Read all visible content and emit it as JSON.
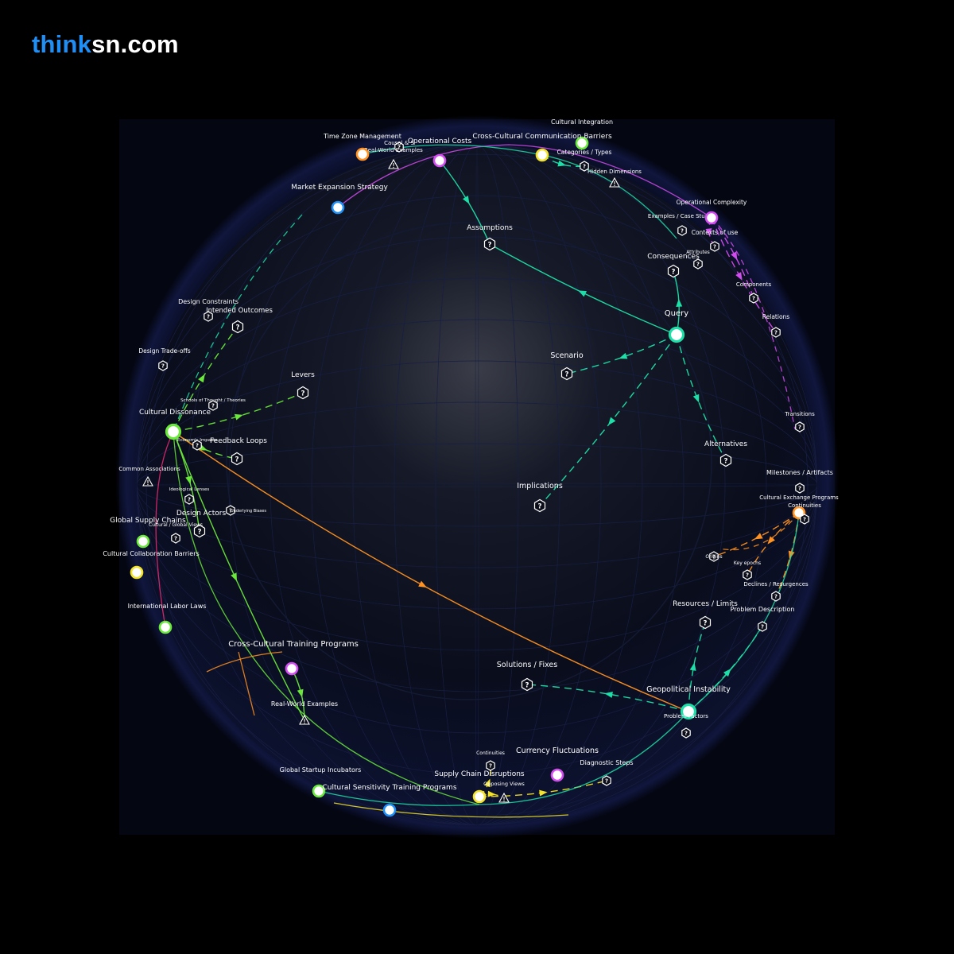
{
  "brand": {
    "part1": "think",
    "part2": "sn.com"
  },
  "colors": {
    "background": "#000000",
    "sphere": "#0b0e1e",
    "teal": "#1de0a8",
    "magenta": "#d24cf0",
    "green": "#6ae83c",
    "orange": "#ff9222",
    "pink": "#ef2b74",
    "yellow": "#f2e22a",
    "blue": "#1f8ff5",
    "brand_blue": "#1f8ff5"
  },
  "nodes": [
    {
      "id": "query",
      "label": "Query",
      "kind": "hub",
      "color": "#1de0a8"
    },
    {
      "id": "assumptions",
      "label": "Assumptions",
      "kind": "q"
    },
    {
      "id": "consequences",
      "label": "Consequences",
      "kind": "q"
    },
    {
      "id": "scenario",
      "label": "Scenario",
      "kind": "q"
    },
    {
      "id": "alternatives",
      "label": "Alternatives",
      "kind": "q"
    },
    {
      "id": "implications",
      "label": "Implications",
      "kind": "q"
    },
    {
      "id": "levers",
      "label": "Levers",
      "kind": "q"
    },
    {
      "id": "intended-outcomes",
      "label": "Intended Outcomes",
      "kind": "q"
    },
    {
      "id": "design-constraints",
      "label": "Design Constraints",
      "kind": "q"
    },
    {
      "id": "design-tradeoffs",
      "label": "Design Trade-offs",
      "kind": "q"
    },
    {
      "id": "feedback-loops",
      "label": "Feedback Loops",
      "kind": "q"
    },
    {
      "id": "design-actors",
      "label": "Design Actors",
      "kind": "q"
    },
    {
      "id": "schools-of-thought",
      "label": "Schools of Thought / Theories",
      "kind": "q"
    },
    {
      "id": "ideological-lenses",
      "label": "Ideological Lenses",
      "kind": "q"
    },
    {
      "id": "cultural-views",
      "label": "Cultural / Global Views",
      "kind": "q"
    },
    {
      "id": "underlying-biases",
      "label": "Underlying Biases",
      "kind": "q"
    },
    {
      "id": "economic-impacts",
      "label": "Economic Impacts",
      "kind": "q"
    },
    {
      "id": "common-associations",
      "label": "Common Associations",
      "kind": "warn"
    },
    {
      "id": "cultural-dissonance",
      "label": "Cultural Dissonance",
      "kind": "hub",
      "color": "#6ae83c"
    },
    {
      "id": "global-supply-chains",
      "label": "Global Supply Chains",
      "kind": "hub",
      "color": "#6ae83c"
    },
    {
      "id": "cultural-collaboration-barriers",
      "label": "Cultural Collaboration Barriers",
      "kind": "hub",
      "color": "#f2e22a"
    },
    {
      "id": "international-labor-laws",
      "label": "International Labor Laws",
      "kind": "hub",
      "color": "#6ae83c"
    },
    {
      "id": "cross-cultural-training",
      "label": "Cross-Cultural Training Programs",
      "kind": "hub",
      "color": "#d24cf0"
    },
    {
      "id": "real-world-examples-bottom",
      "label": "Real-World Examples",
      "kind": "warn"
    },
    {
      "id": "global-startup-incubators",
      "label": "Global Startup Incubators",
      "kind": "hub",
      "color": "#6ae83c"
    },
    {
      "id": "cultural-sensitivity-training",
      "label": "Cultural Sensitivity Training Programs",
      "kind": "hub",
      "color": "#1f8ff5"
    },
    {
      "id": "supply-chain-disruptions",
      "label": "Supply Chain Disruptions",
      "kind": "hub",
      "color": "#f2e22a"
    },
    {
      "id": "opposing-views",
      "label": "Opposing Views",
      "kind": "warn"
    },
    {
      "id": "continuities-bottom",
      "label": "Continuities",
      "kind": "q"
    },
    {
      "id": "currency-fluctuations",
      "label": "Currency Fluctuations",
      "kind": "hub",
      "color": "#d24cf0"
    },
    {
      "id": "diagnostic-steps",
      "label": "Diagnostic Steps",
      "kind": "q"
    },
    {
      "id": "solutions-fixes",
      "label": "Solutions / Fixes",
      "kind": "q"
    },
    {
      "id": "geopolitical-instability",
      "label": "Geopolitical Instability",
      "kind": "hub",
      "color": "#1de0a8"
    },
    {
      "id": "problem-factors",
      "label": "Problem Factors",
      "kind": "q"
    },
    {
      "id": "resources-limits",
      "label": "Resources / Limits",
      "kind": "q"
    },
    {
      "id": "problem-description",
      "label": "Problem Description",
      "kind": "q"
    },
    {
      "id": "declines-resurgences",
      "label": "Declines / Resurgences",
      "kind": "q"
    },
    {
      "id": "key-epochs",
      "label": "Key epochs",
      "kind": "q"
    },
    {
      "id": "origins",
      "label": "Origins",
      "kind": "q"
    },
    {
      "id": "cultural-exchange-programs",
      "label": "Cultural Exchange Programs",
      "kind": "hub",
      "color": "#ff9222"
    },
    {
      "id": "continuities-right",
      "label": "Continuities",
      "kind": "q"
    },
    {
      "id": "milestones-artifacts",
      "label": "Milestones / Artifacts",
      "kind": "q"
    },
    {
      "id": "transitions",
      "label": "Transitions",
      "kind": "q"
    },
    {
      "id": "relations",
      "label": "Relations",
      "kind": "q"
    },
    {
      "id": "components",
      "label": "Components",
      "kind": "q"
    },
    {
      "id": "attributes",
      "label": "Attributes",
      "kind": "q"
    },
    {
      "id": "contexts-of-use",
      "label": "Contexts of use",
      "kind": "q"
    },
    {
      "id": "examples-case-studies",
      "label": "Examples / Case Studies",
      "kind": "q"
    },
    {
      "id": "operational-complexity",
      "label": "Operational Complexity",
      "kind": "hub",
      "color": "#d24cf0"
    },
    {
      "id": "hidden-dimensions",
      "label": "Hidden Dimensions",
      "kind": "warn"
    },
    {
      "id": "categories-types",
      "label": "Categories / Types",
      "kind": "q"
    },
    {
      "id": "cultural-integration",
      "label": "Cultural Integration",
      "kind": "hub",
      "color": "#6ae83c"
    },
    {
      "id": "cross-cultural-communication-barriers",
      "label": "Cross-Cultural Communication Barriers",
      "kind": "hub",
      "color": "#f2e22a"
    },
    {
      "id": "operational-costs",
      "label": "Operational Costs",
      "kind": "hub",
      "color": "#d24cf0"
    },
    {
      "id": "causal-s",
      "label": "Causal & S",
      "kind": "q"
    },
    {
      "id": "real-world-examples-top",
      "label": "Real-World Examples",
      "kind": "warn"
    },
    {
      "id": "time-zone-management",
      "label": "Time Zone Management",
      "kind": "hub",
      "color": "#ff9222"
    },
    {
      "id": "market-expansion-strategy",
      "label": "Market Expansion Strategy",
      "kind": "hub",
      "color": "#1f8ff5"
    }
  ],
  "edges": [
    {
      "from": "query",
      "to": "assumptions",
      "style": "solid",
      "color": "#1de0a8"
    },
    {
      "from": "query",
      "to": "consequences",
      "style": "solid",
      "color": "#1de0a8"
    },
    {
      "from": "query",
      "to": "scenario",
      "style": "dashed",
      "color": "#1de0a8"
    },
    {
      "from": "query",
      "to": "alternatives",
      "style": "dashed",
      "color": "#1de0a8"
    },
    {
      "from": "query",
      "to": "implications",
      "style": "dashed",
      "color": "#1de0a8"
    },
    {
      "from": "cultural-dissonance",
      "to": "levers",
      "style": "dashed",
      "color": "#6ae83c"
    },
    {
      "from": "cultural-dissonance",
      "to": "intended-outcomes",
      "style": "dashed",
      "color": "#6ae83c"
    },
    {
      "from": "cultural-dissonance",
      "to": "feedback-loops",
      "style": "dashed",
      "color": "#6ae83c"
    },
    {
      "from": "cultural-dissonance",
      "to": "design-actors",
      "style": "solid",
      "color": "#6ae83c"
    },
    {
      "from": "cultural-dissonance",
      "to": "real-world-examples-bottom",
      "style": "solid",
      "color": "#6ae83c"
    },
    {
      "from": "cultural-dissonance",
      "to": "geopolitical-instability",
      "style": "solid",
      "color": "#ff9222"
    },
    {
      "from": "geopolitical-instability",
      "to": "solutions-fixes",
      "style": "dashed",
      "color": "#1de0a8"
    },
    {
      "from": "geopolitical-instability",
      "to": "resources-limits",
      "style": "dashed",
      "color": "#1de0a8"
    },
    {
      "from": "geopolitical-instability",
      "to": "problem-description",
      "style": "dashed",
      "color": "#1de0a8"
    },
    {
      "from": "cultural-exchange-programs",
      "to": "origins",
      "style": "dashed",
      "color": "#ff9222"
    },
    {
      "from": "cultural-exchange-programs",
      "to": "key-epochs",
      "style": "dashed",
      "color": "#ff9222"
    },
    {
      "from": "cultural-exchange-programs",
      "to": "declines-resurgences",
      "style": "dashed",
      "color": "#ff9222"
    },
    {
      "from": "operational-complexity",
      "to": "contexts-of-use",
      "style": "dashed",
      "color": "#d24cf0"
    },
    {
      "from": "operational-complexity",
      "to": "components",
      "style": "dashed",
      "color": "#d24cf0"
    },
    {
      "from": "operational-complexity",
      "to": "relations",
      "style": "dashed",
      "color": "#d24cf0"
    },
    {
      "from": "cross-cultural-training",
      "to": "real-world-examples-bottom",
      "style": "solid",
      "color": "#6ae83c"
    },
    {
      "from": "supply-chain-disruptions",
      "to": "continuities-bottom",
      "style": "dashed",
      "color": "#f2e22a"
    },
    {
      "from": "supply-chain-disruptions",
      "to": "opposing-views",
      "style": "dashed",
      "color": "#f2e22a"
    },
    {
      "from": "supply-chain-disruptions",
      "to": "diagnostic-steps",
      "style": "dashed",
      "color": "#f2e22a"
    },
    {
      "from": "operational-costs",
      "to": "assumptions",
      "style": "solid",
      "color": "#1de0a8"
    },
    {
      "from": "cross-cultural-communication-barriers",
      "to": "categories-types",
      "style": "dashed",
      "color": "#1de0a8"
    }
  ]
}
